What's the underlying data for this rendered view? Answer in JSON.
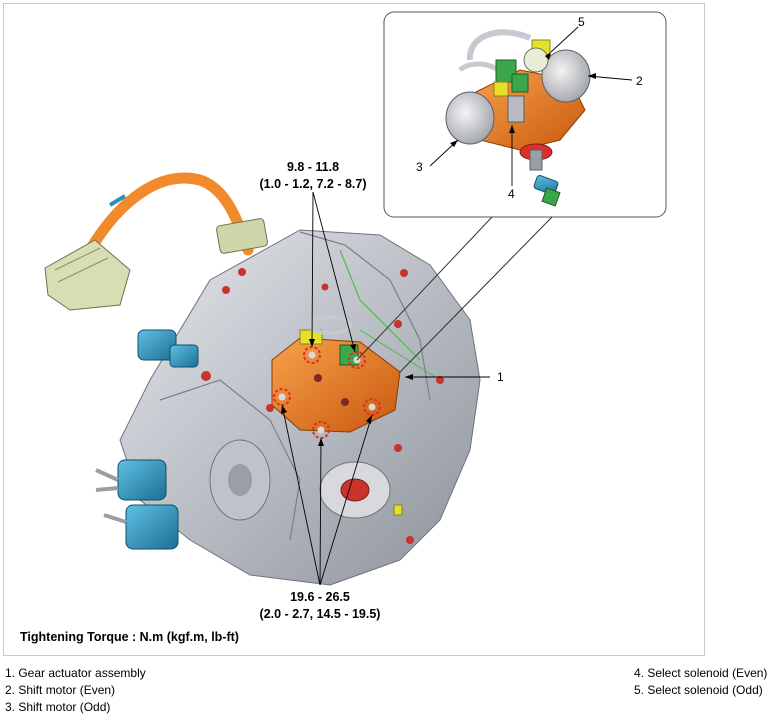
{
  "torque_labels": {
    "upper_range": "9.8 - 11.8",
    "upper_conv": "(1.0 - 1.2, 7.2 - 8.7)",
    "lower_range": "19.6 - 26.5",
    "lower_conv": "(2.0 - 2.7, 14.5 - 19.5)"
  },
  "callouts": {
    "c1": "1",
    "c2": "2",
    "c3": "3",
    "c4": "4",
    "c5": "5"
  },
  "legend_title": "Tightening Torque : N.m (kgf.m, lb-ft)",
  "parts": [
    "1. Gear actuator assembly",
    "2. Shift motor (Even)",
    "3. Shift motor (Odd)",
    "4. Select solenoid (Even)",
    "5. Select solenoid (Odd)"
  ],
  "colors": {
    "actuator": "#e8771e",
    "cable": "#f08a2a",
    "connector": "#2f8fb8",
    "housing": "#c9ccd2",
    "solenoid_green": "#3aa84a",
    "solenoid_yellow": "#e6df2c",
    "bolt_ring": "#d9302a"
  }
}
